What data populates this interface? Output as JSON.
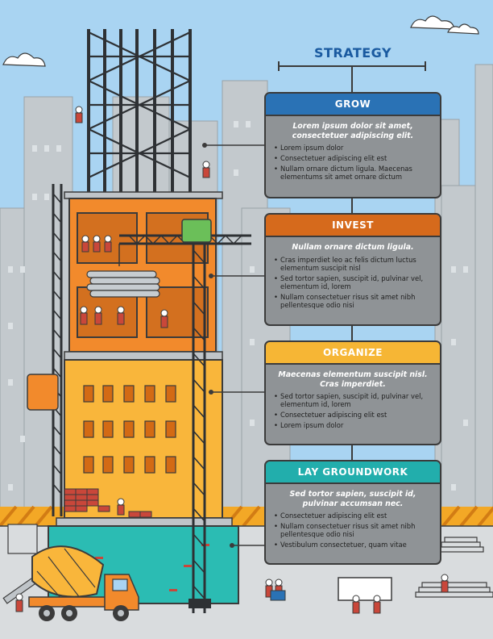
{
  "title": "STRATEGY",
  "colors": {
    "sky": "#a9d4f2",
    "grow": "#2a72b5",
    "invest": "#d66a1c",
    "organize": "#f6b635",
    "groundwork": "#22aeac",
    "card_body": "#8f9396",
    "building_orange": "#f28a2c",
    "building_yellow": "#f9b63b",
    "building_teal": "#2bbcb3"
  },
  "steps": [
    {
      "id": "grow",
      "heading": "GROW",
      "subtitle": "Lorem ipsum dolor sit amet, consectetuer adipiscing elit.",
      "bullets": [
        "Lorem ipsum dolor",
        "Consectetuer adipiscing elit est",
        "Nullam ornare dictum ligula. Maecenas elementums  sit amet ornare dictum"
      ]
    },
    {
      "id": "invest",
      "heading": "INVEST",
      "subtitle": "Nullam ornare dictum ligula.",
      "bullets": [
        "Cras imperdiet leo ac felis dictum luctus elementum suscipit nisl",
        "Sed tortor sapien, suscipit id, pulvinar vel, elementum id, lorem",
        "Nullam consectetuer risus sit amet nibh pellentesque odio nisi"
      ]
    },
    {
      "id": "organize",
      "heading": "ORGANIZE",
      "subtitle": "Maecenas elementum suscipit nisl. Cras imperdiet.",
      "bullets": [
        "Sed tortor sapien, suscipit id, pulvinar vel, elementum id, lorem",
        "Consectetuer adipiscing elit est",
        "Lorem ipsum dolor"
      ]
    },
    {
      "id": "groundwork",
      "heading": "LAY GROUNDWORK",
      "subtitle": "Sed tortor sapien, suscipit id, pulvinar accumsan nec.",
      "bullets": [
        "Consectetuer adipiscing elit est",
        "Nullam consectetuer risus sit amet nibh pellentesque odio nisi",
        "Vestibulum consectetuer, quam vitae"
      ]
    }
  ]
}
